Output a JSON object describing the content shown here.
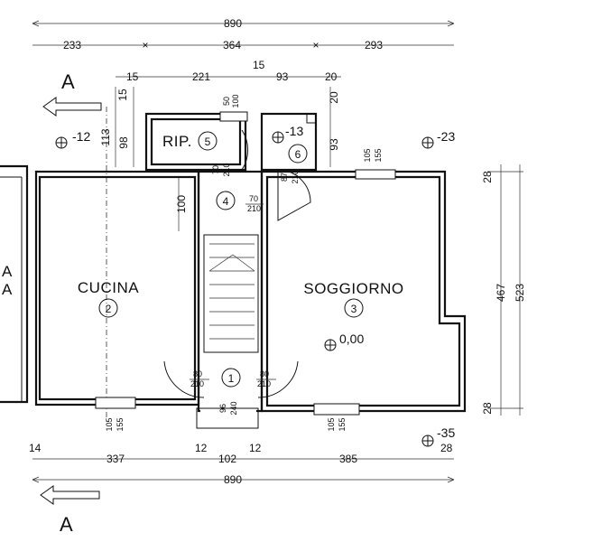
{
  "rooms": {
    "kitchen": {
      "name": "CUCINA",
      "number": "2"
    },
    "living": {
      "name": "SOGGIORNO",
      "number": "3"
    },
    "storage": {
      "name": "RIP.",
      "number": "5"
    },
    "hall": {
      "number": "4"
    },
    "entry": {
      "number": "1"
    },
    "bath": {
      "number": "6"
    },
    "left_partial": [
      "A",
      "A"
    ]
  },
  "section_mark": {
    "top": "A",
    "bottom": "A"
  },
  "levels": {
    "kitchen_outside": "-12",
    "bath": "-13",
    "living_outside": "-23",
    "floor": "0,00",
    "entrance": "-35"
  },
  "dims_top": {
    "overall": "890",
    "segments": [
      "233",
      "364",
      "293"
    ],
    "row3": [
      "15",
      "221",
      "15",
      "93",
      "20"
    ],
    "vertical": [
      "15",
      "113",
      "98",
      "100",
      "93",
      "20"
    ]
  },
  "dims_bottom": {
    "segments": [
      "14",
      "337",
      "12",
      "102",
      "12",
      "385",
      "28"
    ],
    "overall": "890"
  },
  "dims_right": {
    "inner": "467",
    "outer": "523",
    "top": "28",
    "bottom": "28"
  },
  "openings": {
    "storage_window": [
      "50",
      "100"
    ],
    "hall_door_v": [
      "70",
      "210"
    ],
    "hall_door_h": [
      "70",
      "210"
    ],
    "bath_door": [
      "87",
      "210"
    ],
    "living_window_top": [
      "105",
      "155"
    ],
    "entry_door_left": [
      "80",
      "210"
    ],
    "entry_door_right": [
      "80",
      "210"
    ],
    "entry_main": [
      "96",
      "240"
    ],
    "kitchen_window": [
      "105",
      "155"
    ],
    "living_window_bottom": [
      "105",
      "155"
    ]
  }
}
